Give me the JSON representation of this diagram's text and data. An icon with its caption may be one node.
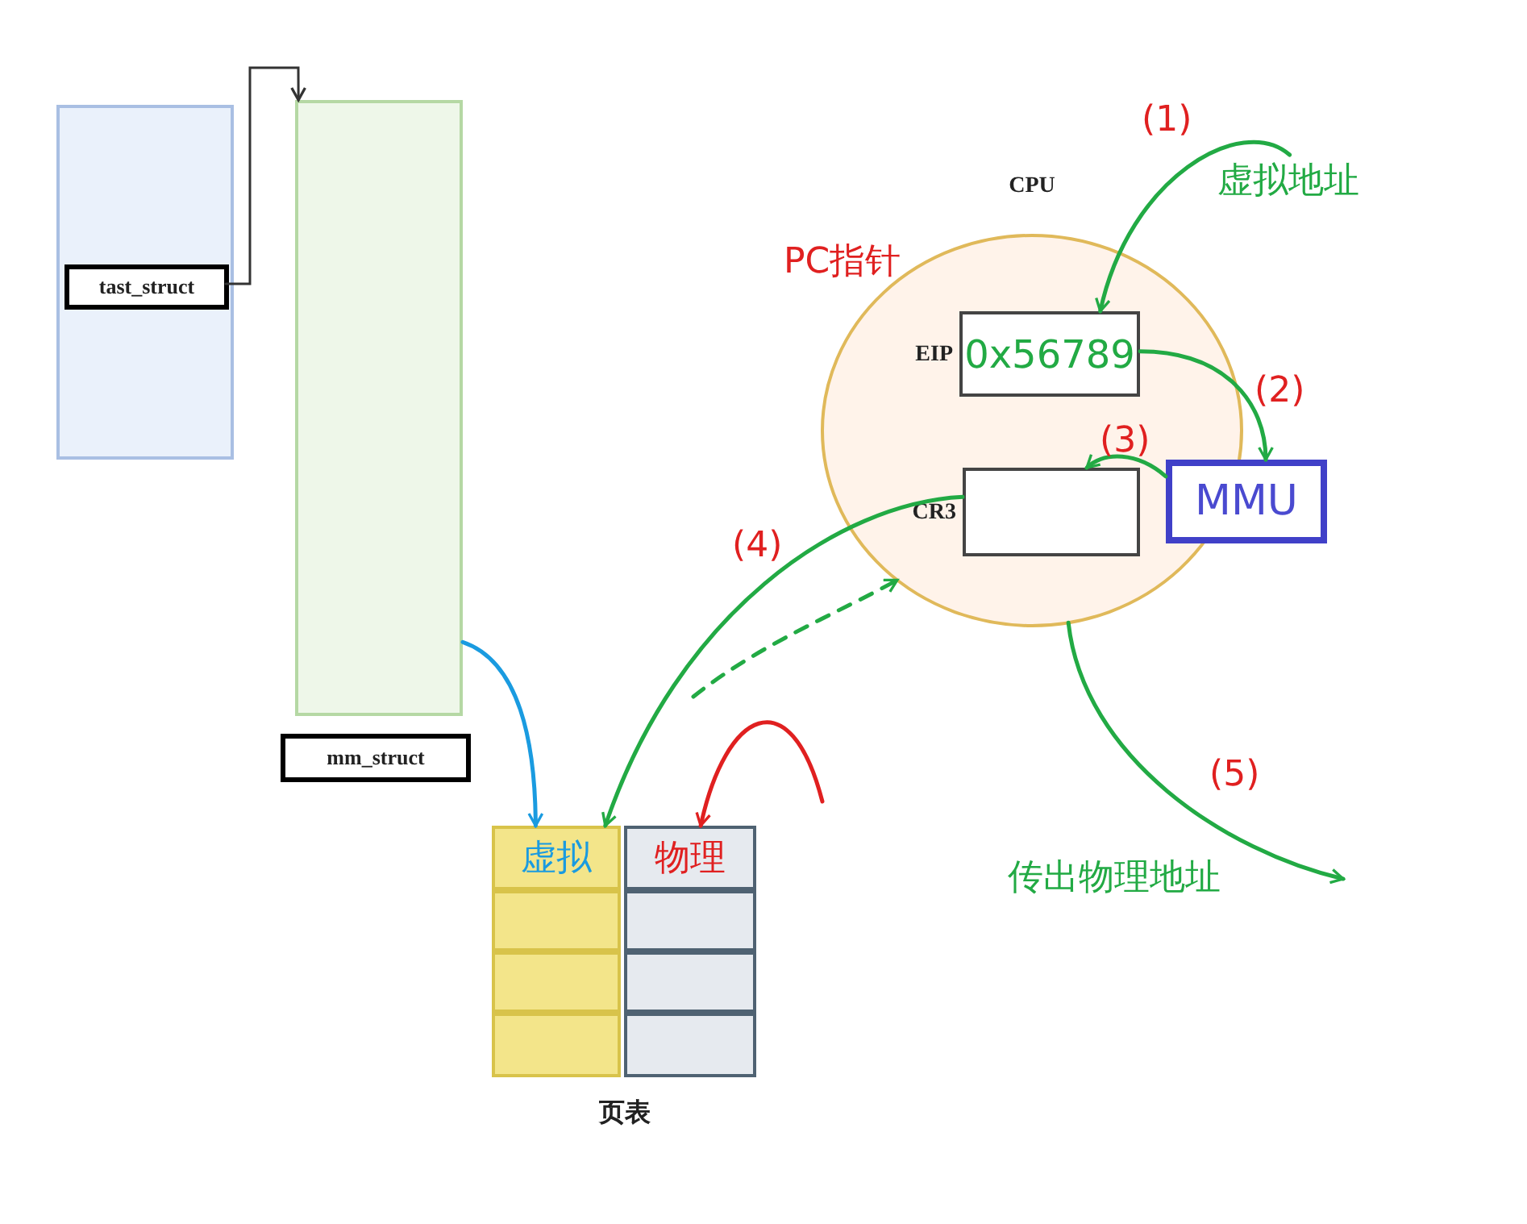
{
  "diagram": {
    "nodes": [
      {
        "text": [],
        "shape": "box"
      },
      {
        "text": [
          "tast_struct"
        ],
        "in": 0
      },
      {
        "text": [],
        "shape": "box"
      },
      {
        "text": [
          "mm_struct"
        ]
      },
      {
        "text": [
          "CPU"
        ]
      },
      {
        "text": [
          "0x56789"
        ],
        "beside": [
          "EIP"
        ],
        "in": 4
      },
      {
        "text": [],
        "shape": "box",
        "beside": [
          "CR3"
        ],
        "in": 4
      },
      {
        "text": [
          "MMU"
        ]
      },
      {
        "text": [
          "虚拟地址"
        ]
      },
      {
        "text": [
          "页表"
        ]
      },
      {
        "text": [
          "虚拟"
        ],
        "in": 9
      },
      {
        "text": [
          "物理"
        ],
        "in": 9
      },
      {
        "text": [],
        "shape": "box",
        "in": 9
      },
      {
        "text": [],
        "shape": "box",
        "in": 9
      },
      {
        "text": [],
        "shape": "box",
        "in": 9
      },
      {
        "text": [],
        "shape": "box",
        "in": 9
      },
      {
        "text": [],
        "shape": "box",
        "in": 9
      },
      {
        "text": [],
        "shape": "box",
        "in": 9
      }
    ],
    "edges": [
      {
        "from": 1,
        "to": 2,
        "arrow": "to",
        "color": "#333333"
      },
      {
        "from": 8,
        "to": 5,
        "arrow": "to",
        "label": "(1)"
      },
      {
        "from": 5,
        "to": 7,
        "arrow": "to",
        "label": "(2)"
      },
      {
        "from": 7,
        "to": 6,
        "arrow": "to",
        "label": "(3)"
      },
      {
        "from": 6,
        "to": 10,
        "arrow": "to",
        "label": "(4)"
      },
      {
        "from": null,
        "to": 4,
        "arrow": "to",
        "style": "dashed"
      },
      {
        "from": 2,
        "to": 10,
        "arrow": "to",
        "color": "#1a9be0"
      },
      {
        "from": null,
        "to": 11,
        "arrow": "to",
        "color": "#e02020"
      },
      {
        "from": 4,
        "to": null,
        "arrow": "to",
        "label": "(5)"
      }
    ],
    "labels": [
      "PC指针",
      "传出物理地址"
    ]
  }
}
